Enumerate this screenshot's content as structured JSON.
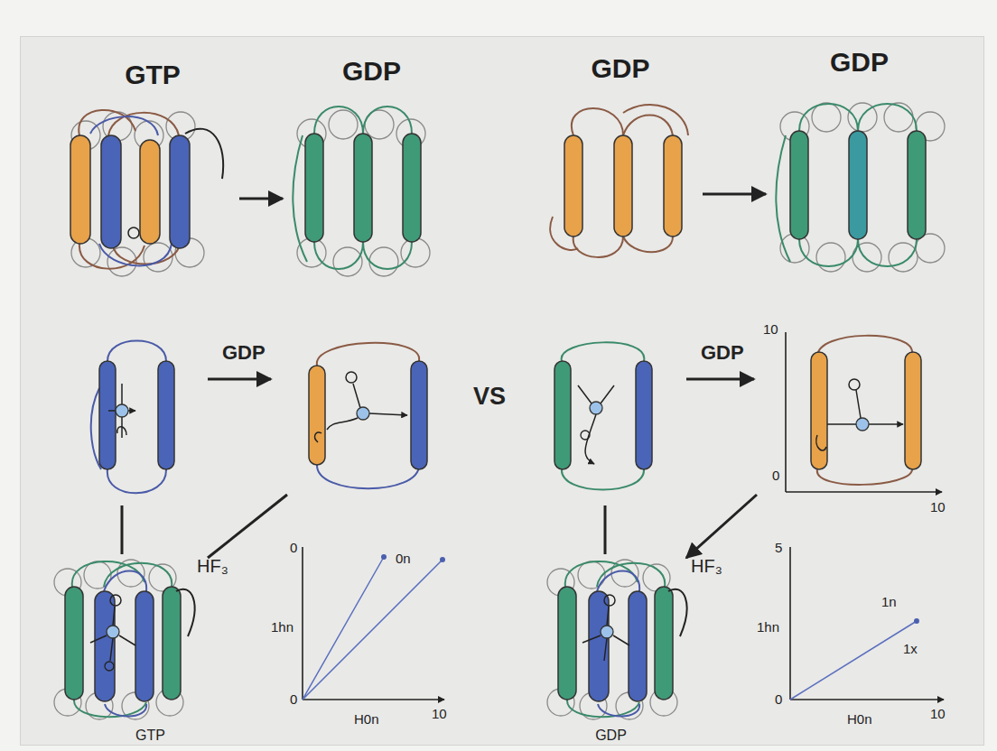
{
  "diagram": {
    "nodes": [
      {
        "text": [
          "GTP"
        ]
      },
      {
        "text": [
          "GDP"
        ]
      },
      {
        "text": [
          "GDP"
        ]
      },
      {
        "text": [
          "GDP"
        ]
      },
      {
        "text": [
          "GTP"
        ]
      },
      {
        "text": [
          "GDP"
        ]
      }
    ],
    "edges": [
      {
        "from": 0,
        "to": 1,
        "arrow": "to"
      },
      {
        "from": 2,
        "to": 3,
        "arrow": "to"
      }
    ],
    "labels": [
      "GDP",
      "VS",
      "GDP",
      "10",
      "0",
      "10",
      "HF₃",
      "0",
      "1hn",
      "0",
      "0n",
      "10",
      "H0n",
      "HF₃",
      "5",
      "1hn",
      "0",
      "1n",
      "1x",
      "10",
      "H0n"
    ]
  }
}
